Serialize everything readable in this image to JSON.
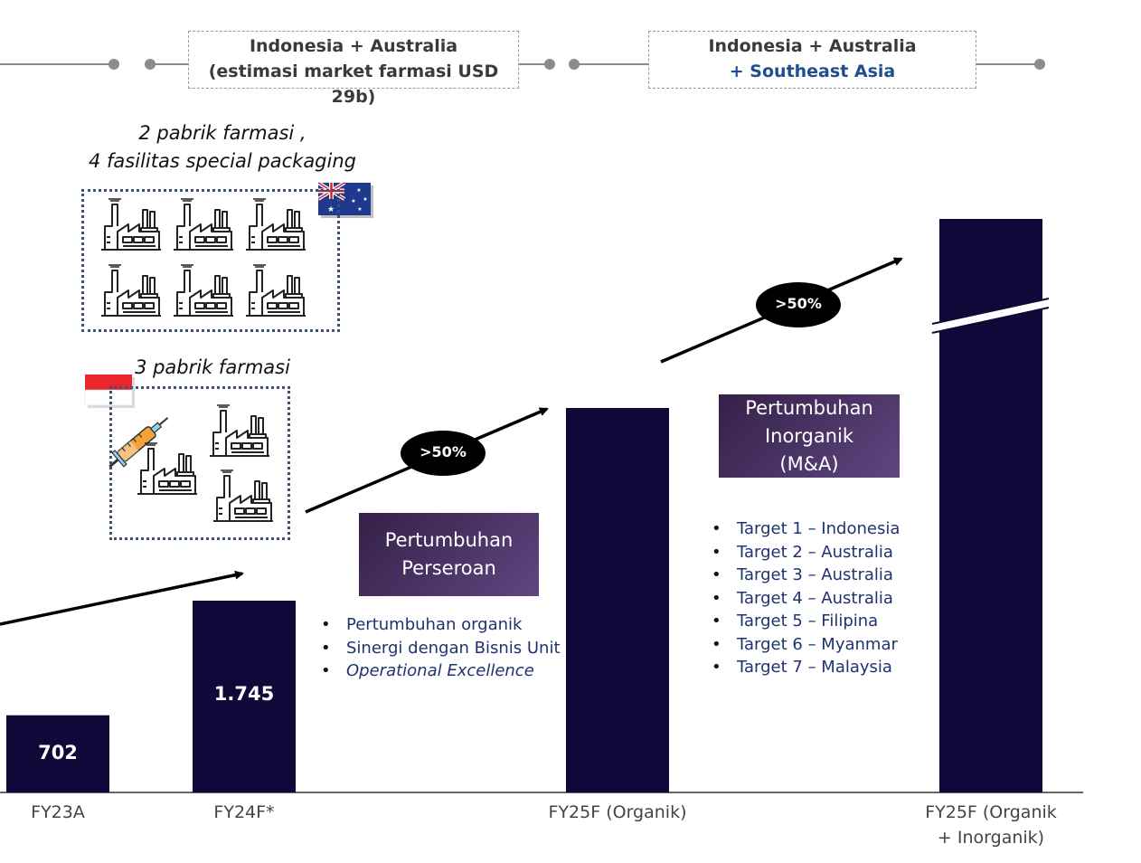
{
  "regions": {
    "region1": {
      "line1": "Indonesia + Australia",
      "line2": "(estimasi market farmasi USD 29b)"
    },
    "region2": {
      "line1": "Indonesia + Australia",
      "line2": "+ Southeast Asia"
    }
  },
  "facilities": {
    "australia_caption_line1": "2 pabrik farmasi ,",
    "australia_caption_line2": "4 fasilitas special packaging",
    "indonesia_caption": "3 pabrik farmasi",
    "australia_flag_icon": "australia-flag-icon",
    "indonesia_flag_icon": "indonesia-flag-icon",
    "factory_icon": "factory-icon",
    "syringe_icon": "syringe-icon"
  },
  "growth": {
    "organic": {
      "title_line1": "Pertumbuhan",
      "title_line2": "Perseroan",
      "bullets": [
        "Pertumbuhan organik",
        "Sinergi dengan Bisnis Unit",
        "Operational Excellence"
      ]
    },
    "inorganic": {
      "title_line1": "Pertumbuhan",
      "title_line2": "Inorganik",
      "title_line3": "(M&A)",
      "bullets": [
        "Target 1 – Indonesia",
        "Target 2 – Australia",
        "Target 3 – Australia",
        "Target 4 – Australia",
        "Target 5 – Filipina",
        "Target 6 – Myanmar",
        "Target 7 – Malaysia"
      ]
    },
    "pill1": ">50%",
    "pill2": ">50%"
  },
  "chart_data": {
    "type": "bar",
    "categories": [
      "FY23A",
      "FY24F*",
      "FY25F (Organik)",
      "FY25F (Organik + Inorganik)"
    ],
    "category_lines": [
      [
        "FY23A"
      ],
      [
        "FY24F*"
      ],
      [
        "FY25F (Organik)"
      ],
      [
        "FY25F (Organik",
        "+ Inorganik)"
      ]
    ],
    "values": [
      702,
      1745,
      3500,
      5000
    ],
    "value_labels": [
      "702",
      "1.745",
      "",
      ""
    ],
    "axis_break_on_last_bar": true,
    "bar_color": "#0f0838",
    "ylim": [
      0,
      5000
    ],
    "grid": false
  }
}
